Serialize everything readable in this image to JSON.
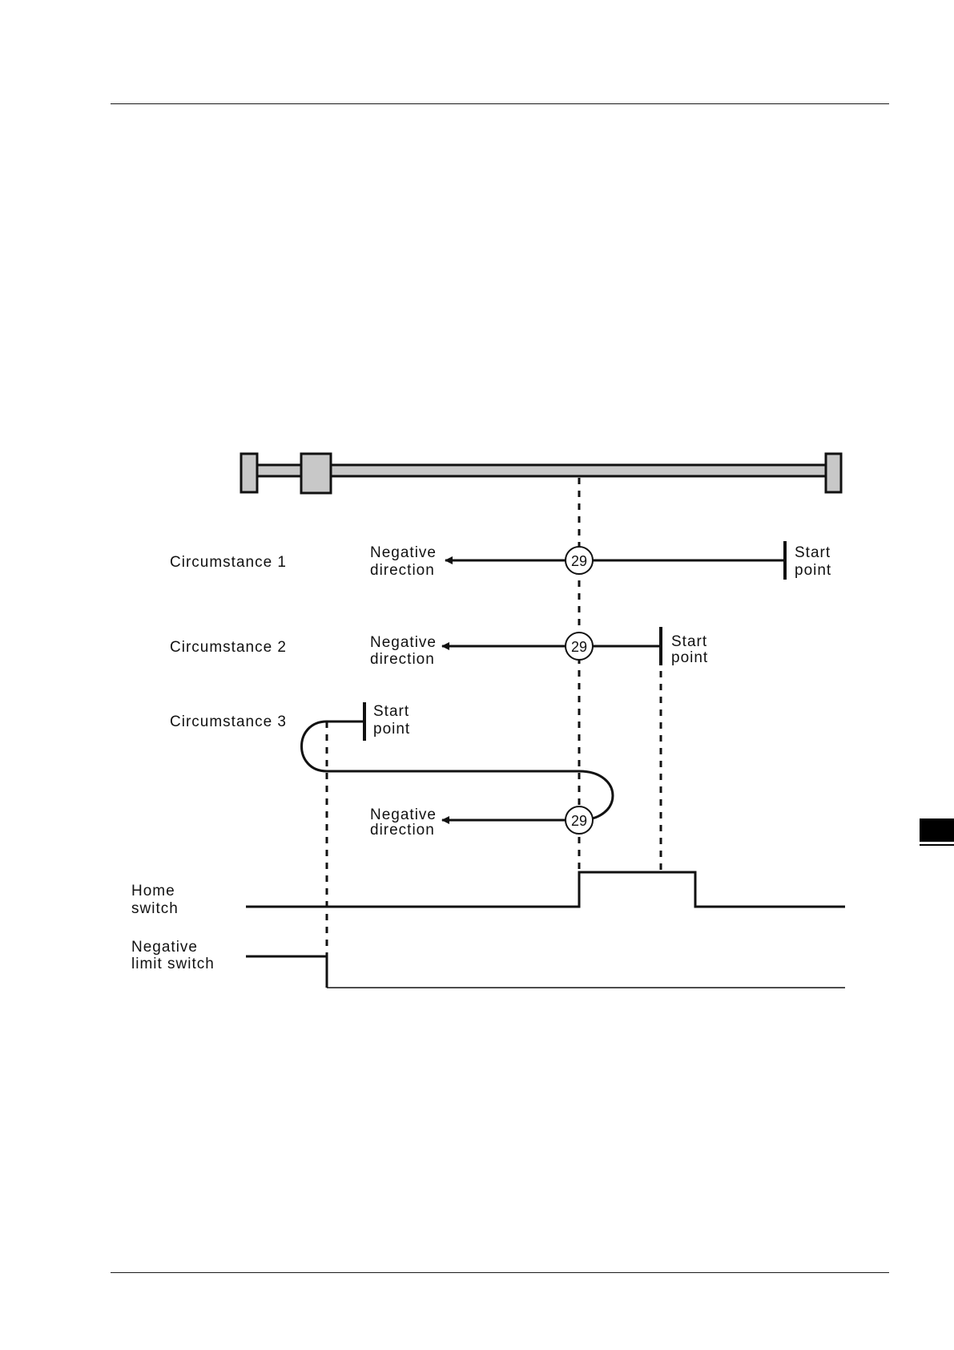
{
  "diagram": {
    "circumstances": [
      {
        "label": "Circumstance 1",
        "direction": [
          "Negative",
          "direction"
        ],
        "start": [
          "Start",
          "point"
        ],
        "marker": "29"
      },
      {
        "label": "Circumstance 2",
        "direction": [
          "Negative",
          "direction"
        ],
        "start": [
          "Start",
          "point"
        ],
        "marker": "29"
      },
      {
        "label": "Circumstance 3",
        "direction": [
          "Negative",
          "direction"
        ],
        "start": [
          "Start",
          "point"
        ],
        "marker": "29"
      }
    ],
    "signals": {
      "home_switch": [
        "Home",
        "switch"
      ],
      "negative_limit_switch": [
        "Negative",
        "limit switch"
      ]
    }
  },
  "colors": {
    "line": "#111111",
    "rail": "#c8c8c8",
    "chapter_tab": "#000000"
  }
}
